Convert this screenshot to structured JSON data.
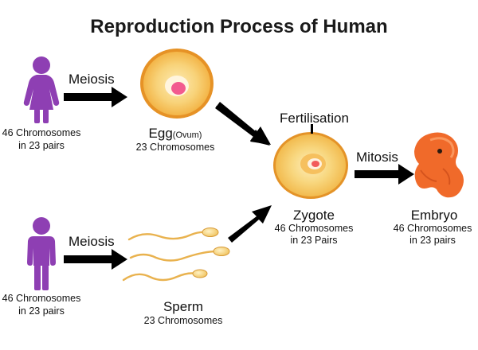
{
  "title": "Reproduction Process of Human",
  "female": {
    "chromosomes_line1": "46 Chromosomes",
    "chromosomes_line2": "in 23 pairs"
  },
  "male": {
    "chromosomes_line1": "46 Chromosomes",
    "chromosomes_line2": "in 23 pairs"
  },
  "steps": {
    "meiosis_top": "Meiosis",
    "meiosis_bottom": "Meiosis",
    "fertilisation": "Fertilisation",
    "mitosis": "Mitosis"
  },
  "egg": {
    "name": "Egg",
    "alt_name": "(Ovum)",
    "chromosomes": "23 Chromosomes"
  },
  "sperm": {
    "name": "Sperm",
    "chromosomes": "23 Chromosomes"
  },
  "zygote": {
    "name": "Zygote",
    "chromosomes_line1": "46 Chromosomes",
    "chromosomes_line2": "in 23 Pairs"
  },
  "embryo": {
    "name": "Embryo",
    "chromosomes_line1": "46 Chromosomes",
    "chromosomes_line2": "in 23 pairs"
  },
  "colors": {
    "person": "#8e3fb3",
    "egg_fill": "#f7c15a",
    "egg_border": "#e08a1e",
    "nucleus": "#f25a8f",
    "embryo": "#f06a2a",
    "arrow": "#000000"
  }
}
